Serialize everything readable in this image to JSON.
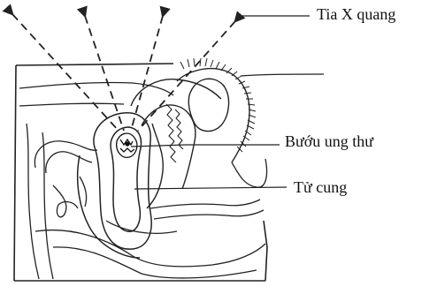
{
  "labels": {
    "xray": "Tia X quang",
    "tumor": "Bướu ung thư",
    "uterus": "Tử cung"
  },
  "colors": {
    "ink": "#222222",
    "background": "#ffffff"
  }
}
